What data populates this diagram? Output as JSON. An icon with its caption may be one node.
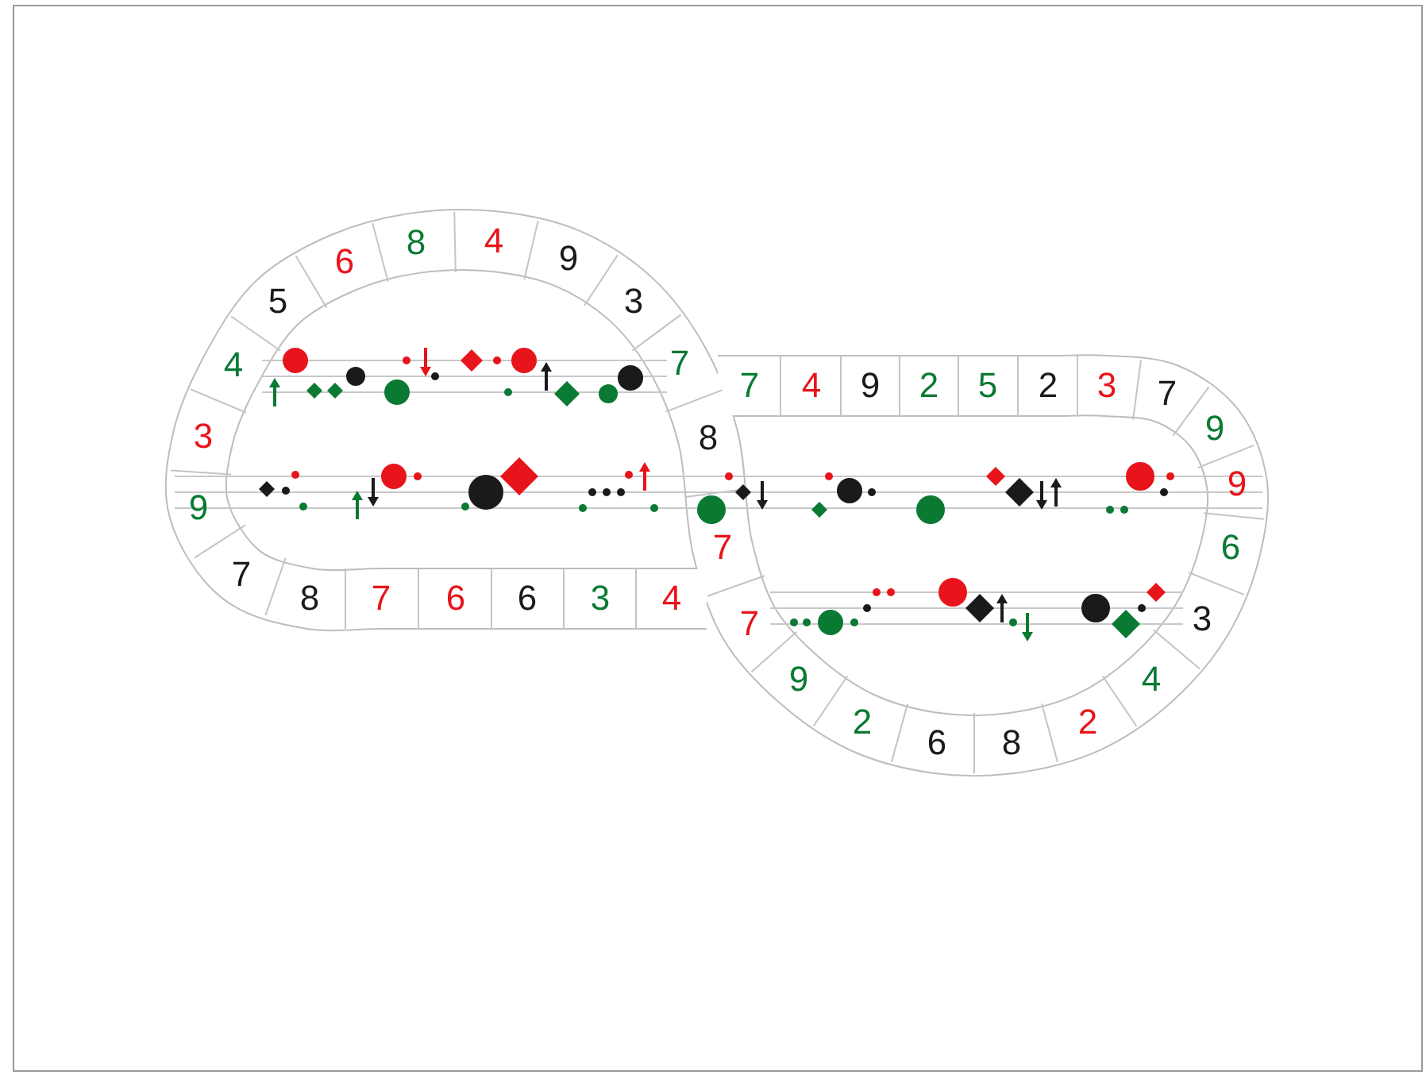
{
  "diagram": {
    "labels": [
      "4",
      "3",
      "6",
      "6",
      "7",
      "8",
      "7",
      "9",
      "3",
      "4",
      "5",
      "6",
      "8",
      "4",
      "9",
      "3",
      "7",
      "8",
      "7",
      "7",
      "9",
      "2",
      "6",
      "8",
      "2",
      "4",
      "3",
      "6",
      "9",
      "9",
      "7",
      "3",
      "2",
      "5",
      "2",
      "9",
      "4",
      "7"
    ]
  }
}
